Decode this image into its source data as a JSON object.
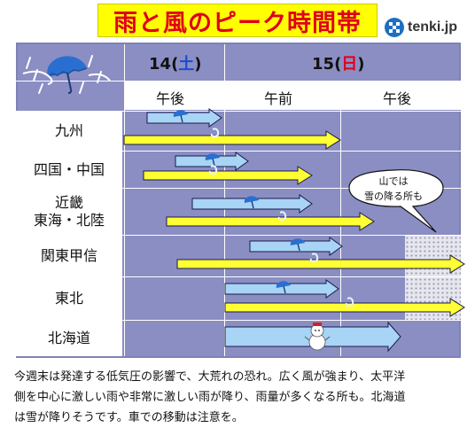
{
  "header": {
    "title": "雨と風のピーク時間帯",
    "brand": "tenki.jp"
  },
  "days": [
    {
      "day": "14",
      "weekday": "土",
      "weekday_color": "#1a4bd0"
    },
    {
      "day": "15",
      "weekday": "日",
      "weekday_color": "#e0001b"
    }
  ],
  "periods": [
    "午後",
    "午前",
    "午後"
  ],
  "regions": [
    {
      "label": "九州"
    },
    {
      "label": "四国・中国"
    },
    {
      "label_lines": [
        "近畿",
        "東海・北陸"
      ]
    },
    {
      "label": "関東甲信"
    },
    {
      "label": "東北"
    },
    {
      "label": "北海道"
    }
  ],
  "callout": {
    "lines": [
      "山では",
      "雪の降る所も"
    ]
  },
  "notes": [
    "今週末は発達する低気圧の影響で、大荒れの恐れ。広く風が強まり、太平洋",
    "側を中心に激しい雨や非常に激しい雨が降り、雨量が多くなる所も。北海道",
    "は雪が降りそうです。車での移動は注意を。"
  ],
  "colors": {
    "title_bg": "#ffff00",
    "title_text": "#e0001b",
    "grid_bg": "#8b8ec3",
    "rain_arrow": "#a8d4f5",
    "wind_arrow": "#ffff33"
  },
  "icons": [
    "rain-umbrella-wind-icon",
    "umbrella-icon",
    "wind-swirl-icon",
    "snowman-icon",
    "tenki-logo-icon"
  ]
}
